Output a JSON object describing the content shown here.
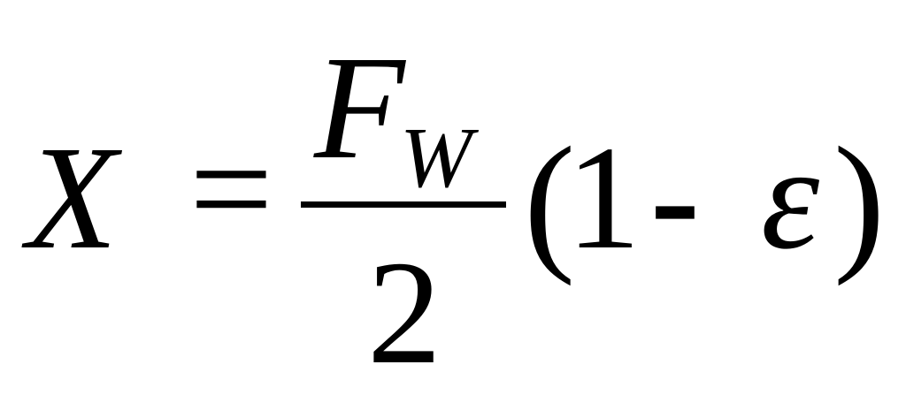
{
  "equation": {
    "lhs": "X",
    "equals": "=",
    "fraction": {
      "numerator_base": "F",
      "numerator_subscript": "W",
      "denominator": "2"
    },
    "factor": {
      "open_paren": "(",
      "one": "1",
      "minus": "-",
      "symbol": "ε",
      "close_paren": ")"
    }
  }
}
